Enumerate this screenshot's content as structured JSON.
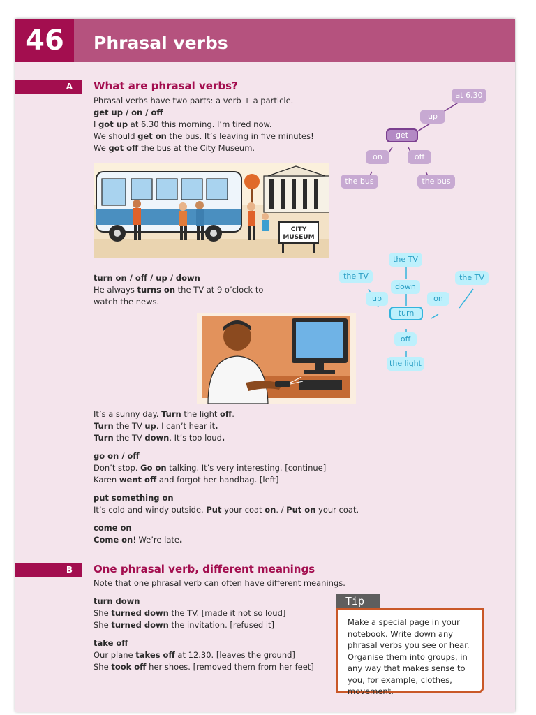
{
  "unit": {
    "number": "46",
    "title": "Phrasal verbs"
  },
  "sections": {
    "a": {
      "letter": "A",
      "title": "What are phrasal verbs?"
    },
    "b": {
      "letter": "B",
      "title": "One phrasal verb, different meanings"
    }
  },
  "block1": [
    [
      {
        "t": "Phrasal verbs have two parts: a verb + a particle.",
        "b": false
      }
    ],
    [
      {
        "t": "get up / on / off",
        "b": true
      }
    ],
    [
      {
        "t": "I ",
        "b": false
      },
      {
        "t": "got up",
        "b": true
      },
      {
        "t": " at 6.30 this morning. I’m tired now.",
        "b": false
      }
    ],
    [
      {
        "t": "We should ",
        "b": false
      },
      {
        "t": "get on",
        "b": true
      },
      {
        "t": " the bus. It’s leaving in five minutes!",
        "b": false
      }
    ],
    [
      {
        "t": "We ",
        "b": false
      },
      {
        "t": "got off",
        "b": true
      },
      {
        "t": " the bus at the City Museum.",
        "b": false
      }
    ]
  ],
  "block2": [
    [
      {
        "t": "turn on / off / up / down",
        "b": true
      }
    ],
    [
      {
        "t": "He always ",
        "b": false
      },
      {
        "t": "turns on",
        "b": true
      },
      {
        "t": " the TV at 9 o’clock to",
        "b": false
      }
    ],
    [
      {
        "t": "watch the news.",
        "b": false
      }
    ]
  ],
  "block3": [
    [
      {
        "t": "It’s a sunny day. ",
        "b": false
      },
      {
        "t": "Turn",
        "b": true
      },
      {
        "t": " the light ",
        "b": false
      },
      {
        "t": "off",
        "b": true
      },
      {
        "t": ".",
        "b": false
      }
    ],
    [
      {
        "t": "Turn",
        "b": true
      },
      {
        "t": " the TV ",
        "b": false
      },
      {
        "t": "up",
        "b": true
      },
      {
        "t": ". I can’t hear it",
        "b": false
      },
      {
        "t": ".",
        "b": true
      }
    ],
    [
      {
        "t": "Turn",
        "b": true
      },
      {
        "t": " the TV ",
        "b": false
      },
      {
        "t": "down",
        "b": true
      },
      {
        "t": ". It’s too loud",
        "b": false
      },
      {
        "t": ".",
        "b": true
      }
    ],
    "gap",
    [
      {
        "t": "go on / off",
        "b": true
      }
    ],
    [
      {
        "t": "Don’t stop. ",
        "b": false
      },
      {
        "t": "Go on",
        "b": true
      },
      {
        "t": " talking. It’s very interesting. [continue]",
        "b": false
      }
    ],
    [
      {
        "t": "Karen ",
        "b": false
      },
      {
        "t": "went off",
        "b": true
      },
      {
        "t": " and forgot her handbag. [left]",
        "b": false
      }
    ],
    "gap",
    [
      {
        "t": "put something on",
        "b": true
      }
    ],
    [
      {
        "t": "It’s cold and windy outside. ",
        "b": false
      },
      {
        "t": "Put",
        "b": true
      },
      {
        "t": " your coat ",
        "b": false
      },
      {
        "t": "on",
        "b": true
      },
      {
        "t": ". / ",
        "b": false
      },
      {
        "t": "Put on",
        "b": true
      },
      {
        "t": " your coat.",
        "b": false
      }
    ],
    "gap",
    [
      {
        "t": "come on",
        "b": true
      }
    ],
    [
      {
        "t": "Come on",
        "b": true
      },
      {
        "t": "! We’re late",
        "b": false
      },
      {
        "t": ".",
        "b": true
      }
    ]
  ],
  "block4": [
    [
      {
        "t": "Note that one phrasal verb can often have different meanings.",
        "b": false
      }
    ],
    "gap",
    [
      {
        "t": "turn down",
        "b": true
      }
    ],
    [
      {
        "t": "She ",
        "b": false
      },
      {
        "t": "turned down",
        "b": true
      },
      {
        "t": " the TV. [made it not so loud]",
        "b": false
      }
    ],
    [
      {
        "t": "She ",
        "b": false
      },
      {
        "t": "turned down",
        "b": true
      },
      {
        "t": " the invitation. [refused it]",
        "b": false
      }
    ],
    "gap",
    [
      {
        "t": "take off",
        "b": true
      }
    ],
    [
      {
        "t": "Our plane ",
        "b": false
      },
      {
        "t": "takes off",
        "b": true
      },
      {
        "t": " at 12.30. [leaves the ground]",
        "b": false
      }
    ],
    [
      {
        "t": "She ",
        "b": false
      },
      {
        "t": "took off",
        "b": true
      },
      {
        "t": " her shoes. [removed them from her feet]",
        "b": false
      }
    ]
  ],
  "diagram_get": {
    "at": "at 6.30",
    "up": "up",
    "get": "get",
    "on": "on",
    "off": "off",
    "bus1": "the bus",
    "bus2": "the bus"
  },
  "diagram_turn": {
    "tv_top": "the TV",
    "tv_left": "the TV",
    "tv_right": "the TV",
    "down": "down",
    "up": "up",
    "on": "on",
    "turn": "turn",
    "off": "off",
    "light": "the light"
  },
  "illustrations": {
    "museum_sign": [
      "CITY",
      "MUSEUM"
    ]
  },
  "tip": {
    "label": "Tip",
    "text": "Make a special page in your notebook. Write down any phrasal verbs you see or hear. Organise them into groups, in any way that makes sense to you, for example, clothes, movement."
  },
  "colors": {
    "accent": "#a30e4f",
    "header": "#b5527e",
    "page": "#f4e4ec",
    "tip_border": "#c95828"
  }
}
